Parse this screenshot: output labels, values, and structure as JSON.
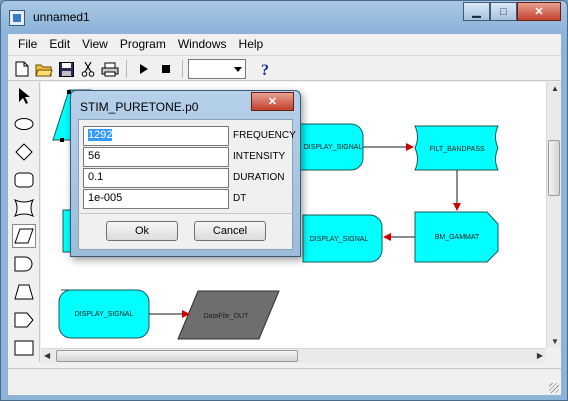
{
  "window": {
    "title": "unnamed1",
    "minimize": "▁",
    "maximize": "□",
    "close": "✕"
  },
  "menu": [
    "File",
    "Edit",
    "View",
    "Program",
    "Windows",
    "Help"
  ],
  "toolbar": {
    "icons": [
      "new-file-icon",
      "open-folder-icon",
      "save-icon",
      "cut-icon",
      "print-icon",
      "run-icon",
      "stop-icon",
      "help-icon"
    ],
    "combo_value": ""
  },
  "palette": [
    "pointer-tool",
    "ellipse-tool",
    "diamond-tool",
    "rounded-rect-tool",
    "concave-rect-tool",
    "parallelogram-tool",
    "delay-shape-tool",
    "trapezoid-tool",
    "pentagon-arrow-tool",
    "rectangle-tool"
  ],
  "nodes": {
    "display_signal_1": "DISPLAY_SIGNAL",
    "filt_bandpass": "FILT_BANDPASS",
    "bm_gammat": "BM_GAMMAT",
    "display_signal_2": "DISPLAY_SIGNAL",
    "display_signal_3": "DISPLAY_SIGNAL",
    "datafile_out": "DataFile_OUT"
  },
  "colors": {
    "node_fill": "#00ffff",
    "datafile_fill": "#6e6e6e",
    "arrow": "#cc0000"
  },
  "dialog": {
    "title": "STIM_PURETONE.p0",
    "close": "✕",
    "params": [
      {
        "value": "1292",
        "label": "FREQUENCY",
        "selected": true
      },
      {
        "value": "56",
        "label": "INTENSITY",
        "selected": false
      },
      {
        "value": "0.1",
        "label": "DURATION",
        "selected": false
      },
      {
        "value": "1e-005",
        "label": "DT",
        "selected": false
      }
    ],
    "ok_label": "Ok",
    "cancel_label": "Cancel"
  }
}
